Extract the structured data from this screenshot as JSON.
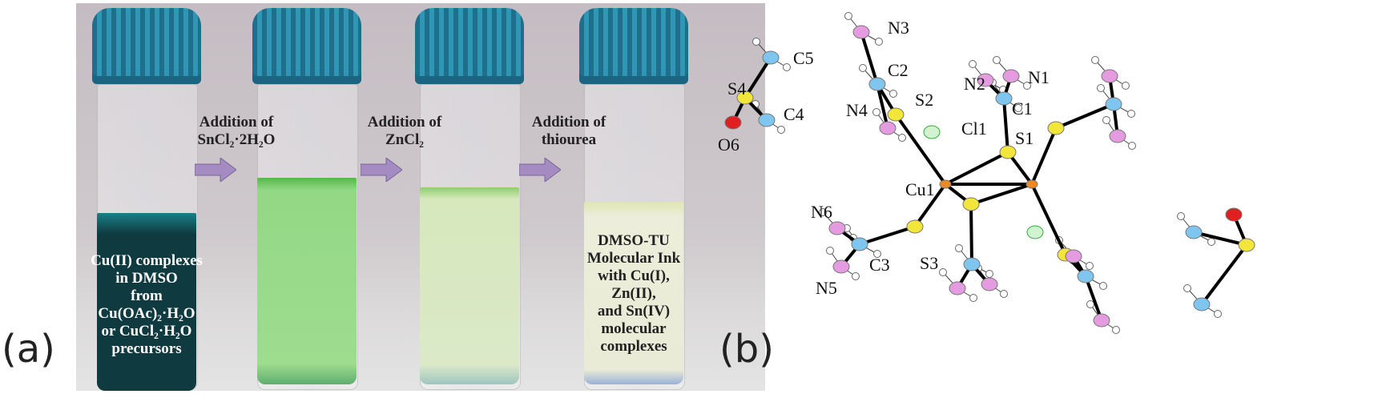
{
  "panel_a": {
    "label": "(a)",
    "vials": [
      {
        "text": [
          "Cu(II) complexes",
          "in DMSO",
          "from Cu(OAc)₂·H₂O",
          "or CuCl₂·H₂O",
          "precursors"
        ],
        "liquid_color": "#0e3a40"
      },
      {
        "text": [],
        "liquid_color": "#93d885"
      },
      {
        "text": [],
        "liquid_color": "#d6e8bc"
      },
      {
        "text": [
          "DMSO-TU",
          "Molecular Ink",
          "with Cu(I),",
          "Zn(II),",
          "and Sn(IV)",
          "molecular",
          "complexes"
        ],
        "liquid_color": "#e9ebd6"
      }
    ],
    "steps": [
      {
        "line1": "Addition of",
        "line2": "SnCl₂·2H₂O"
      },
      {
        "line1": "Addition of",
        "line2": "ZnCl₂"
      },
      {
        "line1": "Addition of",
        "line2": "thiourea"
      }
    ],
    "cap_color": "#2a88a8",
    "arrow_color": "#a48cc2"
  },
  "panel_b": {
    "label": "(b)",
    "atom_labels": [
      "C5",
      "S4",
      "C4",
      "O6",
      "N3",
      "C2",
      "N4",
      "S2",
      "N2",
      "N1",
      "C1",
      "Cl1",
      "S1",
      "Cu1",
      "N6",
      "C3",
      "S3",
      "N5"
    ],
    "element_colors": {
      "Cu": "#f08a20",
      "S": "#f2e63a",
      "N": "#e49be0",
      "C": "#7ec6f0",
      "O": "#e02020",
      "Cl": "#8fe08f",
      "H": "#ffffff"
    }
  }
}
